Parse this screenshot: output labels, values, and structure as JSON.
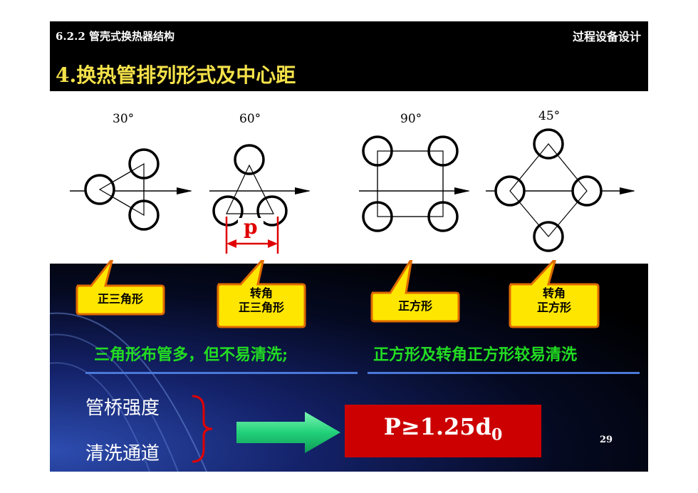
{
  "header": {
    "section": "6.2.2 管壳式换热器结构",
    "course": "过程设备设计",
    "title": "4.换热管排列形式及中心距"
  },
  "angles": {
    "a30": "30°",
    "a60": "60°",
    "a90": "90°",
    "a45": "45°"
  },
  "pitch_label": "p",
  "callouts": {
    "c1": "正三角形",
    "c2_line1": "转角",
    "c2_line2": "正三角形",
    "c3": "正方形",
    "c4_line1": "转角",
    "c4_line2": "正方形"
  },
  "notes": {
    "triangle": "三角形布管多，但不易清洗;",
    "square": "正方形及转角正方形较易清洗"
  },
  "factors": {
    "f1": "管桥强度",
    "f2": "清洗通道"
  },
  "formula": {
    "main": "P≥1.25d",
    "sub": "0"
  },
  "page_number": "29",
  "colors": {
    "title_yellow": "#f5e24a",
    "note_green": "#22dd22",
    "formula_red": "#cc0000",
    "callout_yellow": "#ffe600",
    "callout_border": "#e06a00",
    "arrow_green": "#33dd88"
  }
}
